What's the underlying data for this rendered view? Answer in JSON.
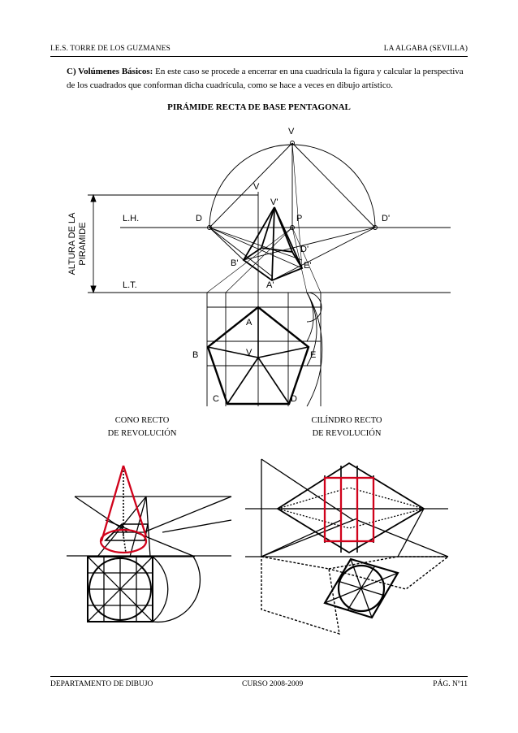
{
  "header": {
    "school": "I.E.S. TORRE DE LOS GUZMANES",
    "location": "LA ALGABA (SEVILLA)"
  },
  "intro": {
    "lead": "C) Volúmenes Básicos:",
    "text": " En este caso se procede a encerrar en una cuadrícula la figura y calcular la perspectiva de los cuadrados que conforman dicha cuadrícula, como se hace a veces en dibujo artístico."
  },
  "pyramid": {
    "title": "PIRÁMIDE RECTA DE BASE PENTAGONAL",
    "height_label_line1": "ALTURA DE LA",
    "height_label_line2": "PIRAMIDE",
    "labels": {
      "lh": "L.H.",
      "lt": "L.T.",
      "v_top": "V",
      "v": "V",
      "v_prime": "V'",
      "d": "D",
      "p": "P",
      "d_prime_far": "D'",
      "d_prime": "D'",
      "b_prime": "B'",
      "e_prime": "E'",
      "a_prime": "A'",
      "a": "A",
      "b": "B",
      "v_center": "V",
      "e": "E",
      "c": "C",
      "d_base": "D"
    }
  },
  "cone": {
    "title_line1": "CONO RECTO",
    "title_line2": "DE REVOLUCIÓN"
  },
  "cylinder": {
    "title_line1": "CILÍNDRO RECTO",
    "title_line2": "DE REVOLUCIÓN"
  },
  "footer": {
    "department": "DEPARTAMENTO DE DIBUJO",
    "course": "CURSO 2008-2009",
    "page": "PÁG.  Nº11"
  },
  "colors": {
    "ink": "#000000",
    "accent": "#d0021b"
  }
}
